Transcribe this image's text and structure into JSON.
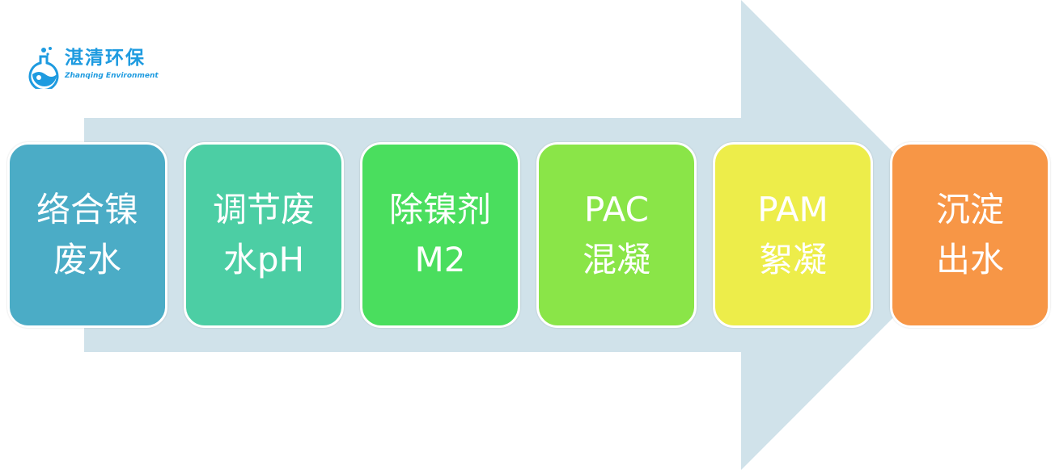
{
  "logo": {
    "name_cn": "湛清环保",
    "name_en": "Zhanqing Environment"
  },
  "steps": [
    {
      "line1": "络合镍",
      "line2": "废水",
      "color": "#4bacc6"
    },
    {
      "line1": "调节废",
      "line2": "水pH",
      "color": "#4ccea4"
    },
    {
      "line1": "除镍剂",
      "line2": "M2",
      "color": "#4ade5e"
    },
    {
      "line1": "PAC",
      "line2": "混凝",
      "color": "#8ae548"
    },
    {
      "line1": "PAM",
      "line2": "絮凝",
      "color": "#eded4a"
    },
    {
      "line1": "沉淀",
      "line2": "出水",
      "color": "#f79646"
    }
  ],
  "arrow_color": "#d0e2ea"
}
